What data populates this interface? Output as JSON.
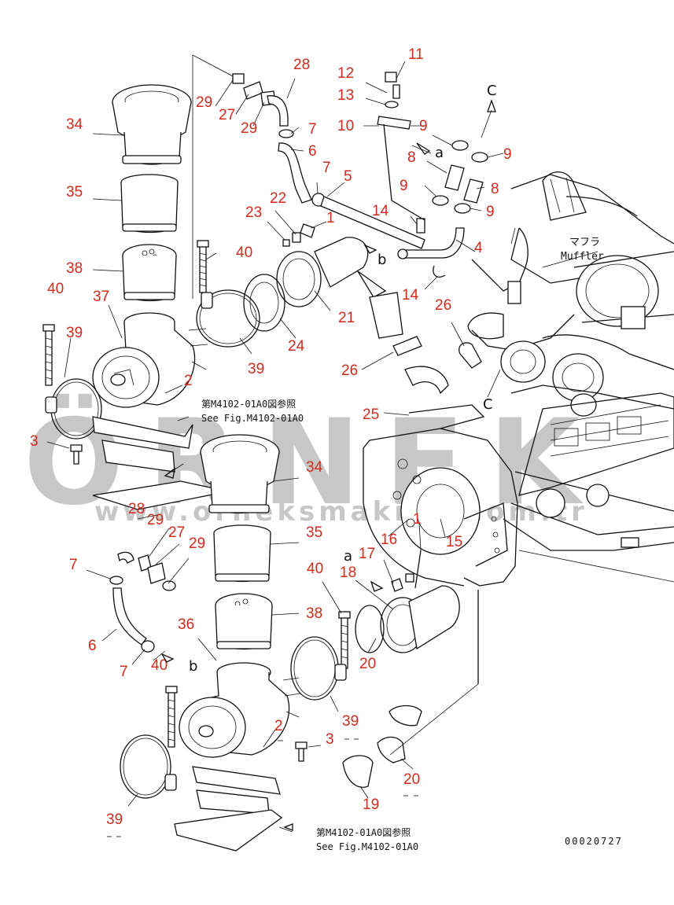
{
  "drawing_code": "00020727",
  "watermark": {
    "brand": "ÖRNEK",
    "url": "www.orneksmakine.com.tr"
  },
  "callouts": [
    "11",
    "12",
    "13",
    "10",
    "9",
    "8",
    "9",
    "8",
    "9",
    "9",
    "28",
    "29",
    "27",
    "29",
    "7",
    "6",
    "7",
    "5",
    "22",
    "23",
    "1",
    "14",
    "14",
    "4",
    "34",
    "35",
    "38",
    "40",
    "37",
    "40",
    "39",
    "21",
    "24",
    "26",
    "26",
    "39",
    "2",
    "3",
    "25",
    "16",
    "15",
    "1",
    "34",
    "28",
    "29",
    "27",
    "29",
    "35",
    "7",
    "38",
    "40",
    "17",
    "18",
    "6",
    "36",
    "7",
    "40",
    "20",
    "2",
    "3",
    "39",
    "20",
    "19",
    "39"
  ],
  "reference_notes": [
    {
      "jp": "第M4102-01A0図参照",
      "en": "See Fig.M4102-01A0"
    },
    {
      "jp": "第M4102-01A0図参照",
      "en": "See Fig.M4102-01A0"
    }
  ],
  "muffler": {
    "jp": "マフラ",
    "en": "Muffler"
  },
  "direction_letters": [
    "C",
    "a",
    "b",
    "a",
    "b",
    "C"
  ]
}
